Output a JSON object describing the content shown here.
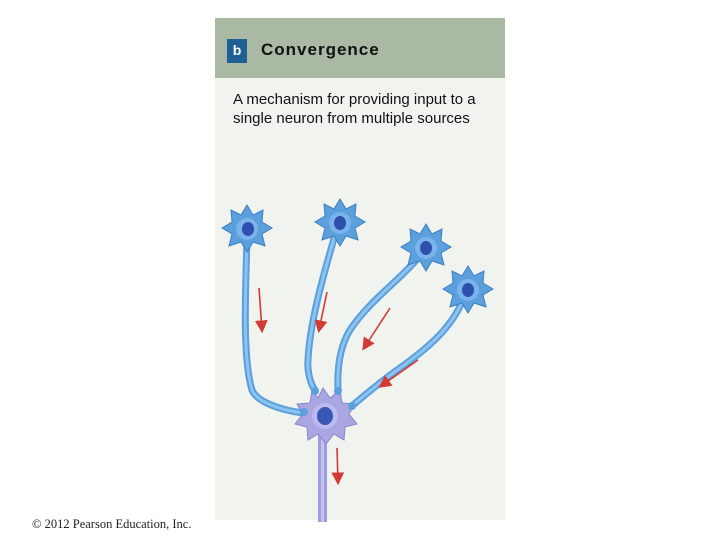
{
  "panel": {
    "letter": "b",
    "title": "Convergence",
    "caption": "A mechanism for providing input to a single neuron from multiple sources"
  },
  "footer": {
    "copyright": "© 2012 Pearson Education, Inc."
  },
  "colors": {
    "header": "#a9b9a3",
    "badge": "#1f5f93",
    "panel": "#f1f4ee",
    "input_neuron": "#5b9fdc",
    "axon": "#6eaee6",
    "target_neuron": "#a9a6e2",
    "nucleus": "#3a57b8",
    "arrow": "#d13a35"
  },
  "diagram": {
    "input_neuron_count": 4,
    "target_neuron_count": 1,
    "signal_arrows": 5
  }
}
